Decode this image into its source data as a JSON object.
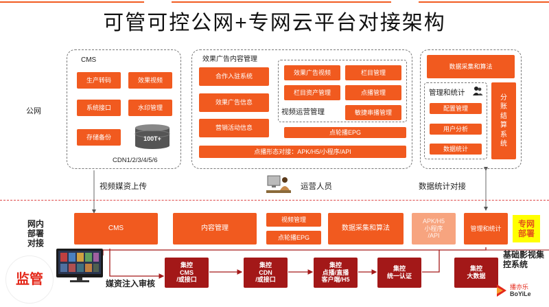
{
  "title": "可管可控公网+专网云平台对接架构",
  "public_net_label": "公网",
  "cms_group": {
    "title": "CMS",
    "boxes": [
      "生产转码",
      "效果视频",
      "系统接口",
      "水印管理",
      "存储备份"
    ],
    "storage_label": "100T+",
    "cdn_label": "CDN1/2/3/4/5/6"
  },
  "ads_group": {
    "title": "效果广告内容管理",
    "left_boxes": [
      "合作入驻系统",
      "效果广告信息",
      "营销活动信息"
    ],
    "vod_group_title": "视频运营管理",
    "vod_boxes": [
      "效果广告视频",
      "栏目管理",
      "栏目资产管理",
      "点播管理",
      "敏捷串播管理"
    ],
    "carousel": "点轮播EPG",
    "bottom_bar": "点播形态对接：APK/H5/小程序/API"
  },
  "data_group": {
    "top_box": "数据采集和算法",
    "mgmt_title": "管理和统计",
    "mgmt_boxes": [
      "配置管理",
      "用户分析",
      "数据统计"
    ],
    "side_box": "分账结算系统"
  },
  "labels": {
    "media_upload": "视频媒资上传",
    "operators": "运营人员",
    "stats_dock": "数据统计对接",
    "intranet": "网内部署对接",
    "review": "媒资注入审核",
    "regulate": "监管",
    "base_sys": "基础影视集控系统"
  },
  "intranet_row": {
    "cms": "CMS",
    "content_mgmt": "内容管理",
    "video_mgmt": "视频管理",
    "carousel": "点轮播EPG",
    "data_algo": "数据采集和算法",
    "apk": "APK/H5\n小程序\n/API",
    "mgmt": "管理和统计",
    "private": "专网部署"
  },
  "control_row": {
    "boxes": [
      "集控\nCMS\n/或接口",
      "集控\nCDN\n/或接口",
      "集控\n点播/直播\n客户端/H5",
      "集控\n统一认证",
      "集控\n大数据"
    ]
  },
  "logo": {
    "cn": "播亦乐",
    "en": "BoYiLe"
  },
  "colors": {
    "orange": "#f15a1f",
    "dark_red": "#a31818",
    "light_orange": "#f7a47f",
    "yellow": "#ffff00"
  }
}
